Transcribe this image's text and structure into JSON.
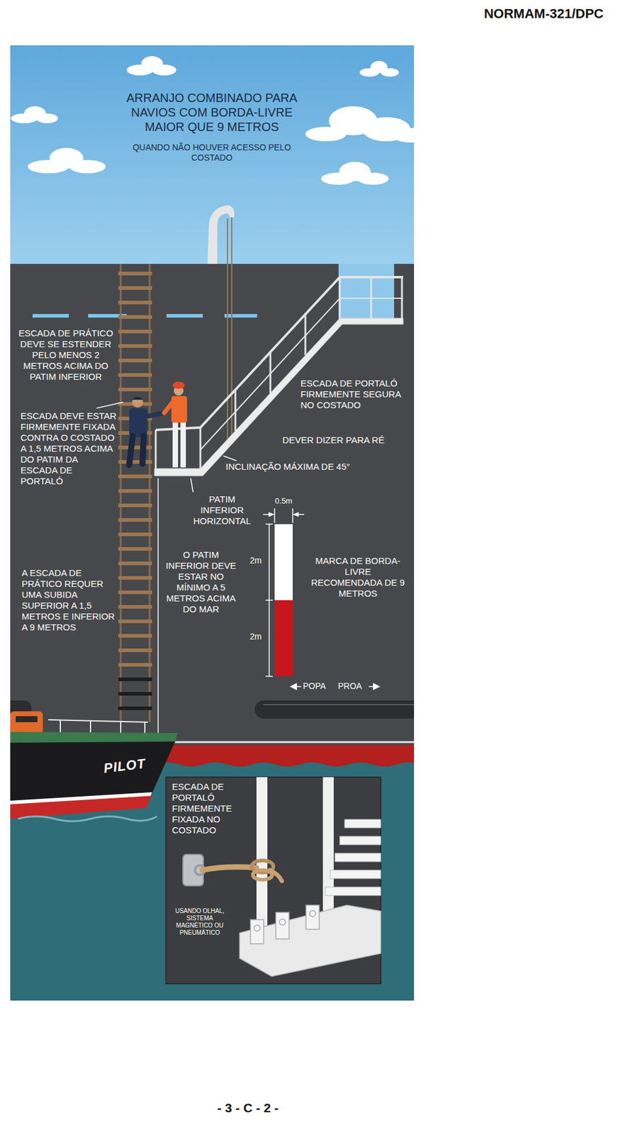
{
  "diagram": {
    "title": "ARRANJO COMBINADO PARA NAVIOS COM BORDA-LIVRE MAIOR QUE 9 METROS",
    "nodes": [
      {
        "text": [
          "ESCADA DE PORTALÓ FIRMEMENTE FIXADA NO COSTADO",
          "USANDO OLHAL, SISTEMA MAGNÉTICO OU PNEUMÁTICO"
        ]
      }
    ],
    "labels": [
      "NORMAM-321/DPC",
      "QUANDO NÃO HOUVER ACESSO PELO COSTADO",
      "ESCADA DE PRÁTICO DEVE SE ESTENDER PELO MENOS 2 METROS ACIMA DO PATIM INFERIOR",
      "ESCADA DEVE ESTAR FIRMEMENTE FIXADA CONTRA O COSTADO A 1,5 METROS ACIMA DO PATIM DA ESCADA DE PORTALÓ",
      "A ESCADA DE PRÁTICO REQUER UMA SUBIDA SUPERIOR A 1,5 METROS E INFERIOR A 9 METROS",
      "ESCADA DE PORTALÓ FIRMEMENTE SEGURA NO COSTADO",
      "DEVER DIZER PARA RÉ",
      "INCLINAÇÃO MÁXIMA DE 45°",
      "PATIM INFERIOR HORIZONTAL",
      "O PATIM INFERIOR DEVE ESTAR NO MÍNIMO A 5 METROS ACIMA DO MAR",
      "0.5m",
      "2m",
      "2m",
      "MARCA DE BORDA-LIVRE RECOMENDADA DE 9 METROS",
      "POPA",
      "PROA",
      "PILOT",
      "- 3 - C - 2 -"
    ]
  }
}
